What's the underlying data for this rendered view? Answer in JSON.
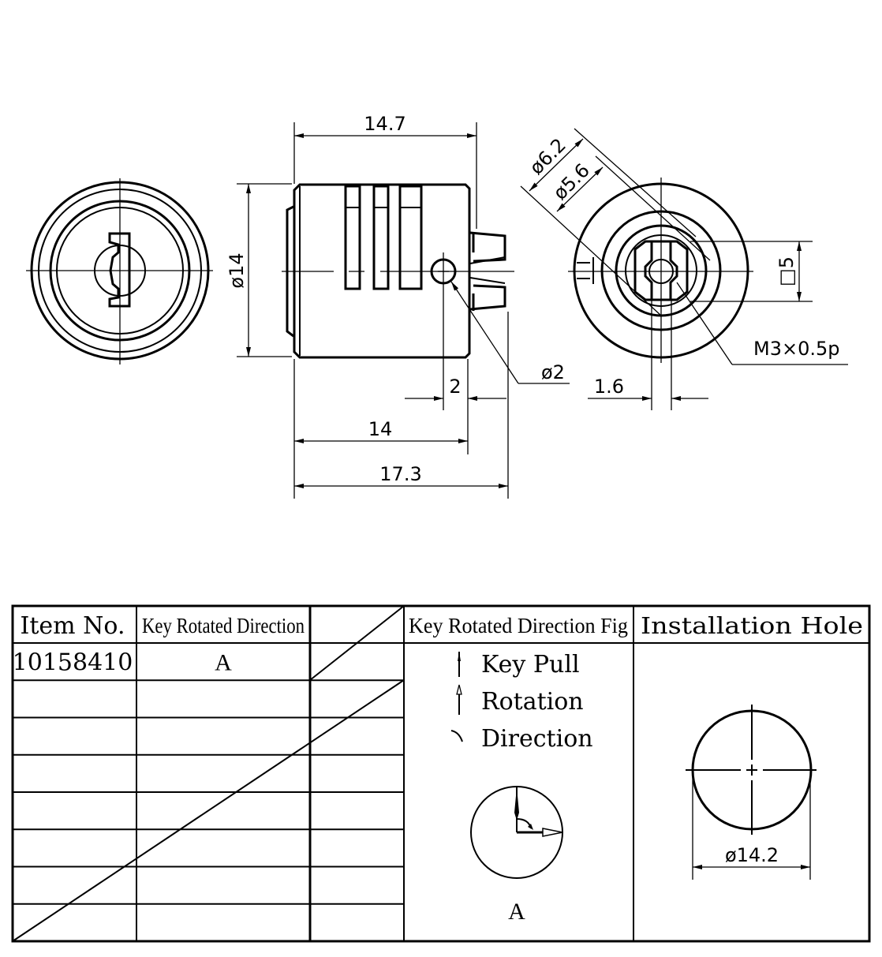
{
  "drawing": {
    "front_view": {
      "name": "key-face-view",
      "dims": {
        "diameter": "ø14"
      }
    },
    "side_view": {
      "name": "cylinder-side-view",
      "dims": {
        "overall_body_length": "14.7",
        "body_length": "14",
        "total_length": "17.3",
        "hole_offset": "2",
        "hole_diameter": "ø2"
      }
    },
    "end_view": {
      "name": "tailpiece-end-view",
      "dims": {
        "outer_diameter": "ø6.2",
        "inner_diameter": "ø5.6",
        "square_size": "□5",
        "thread": "M3×0.5p",
        "flat_width": "1.6"
      }
    }
  },
  "table": {
    "headers": {
      "item_no": "Item No.",
      "key_rotated_direction": "Key Rotated Direction",
      "blank": "",
      "fig": "Key Rotated Direction Fig",
      "installation_hole": "Installation Hole"
    },
    "rows": [
      {
        "item_no": "10158410",
        "direction": "A"
      },
      {
        "item_no": "",
        "direction": ""
      },
      {
        "item_no": "",
        "direction": ""
      },
      {
        "item_no": "",
        "direction": ""
      },
      {
        "item_no": "",
        "direction": ""
      },
      {
        "item_no": "",
        "direction": ""
      },
      {
        "item_no": "",
        "direction": ""
      },
      {
        "item_no": "",
        "direction": ""
      }
    ],
    "legend": [
      {
        "icon": "solid-arrow-up-icon",
        "label": "Key Pull"
      },
      {
        "icon": "hollow-arrow-up-icon",
        "label": "Rotation"
      },
      {
        "icon": "arc-icon",
        "label": "Direction"
      }
    ],
    "fig_label": "A",
    "installation_hole_dim": "ø14.2"
  }
}
